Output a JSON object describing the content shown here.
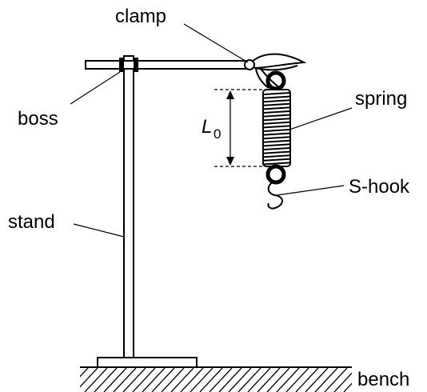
{
  "labels": {
    "clamp": "clamp",
    "boss": "boss",
    "spring": "spring",
    "s_hook": "S-hook",
    "stand": "stand",
    "bench": "bench",
    "length_symbol": "L",
    "length_subscript": "0"
  }
}
